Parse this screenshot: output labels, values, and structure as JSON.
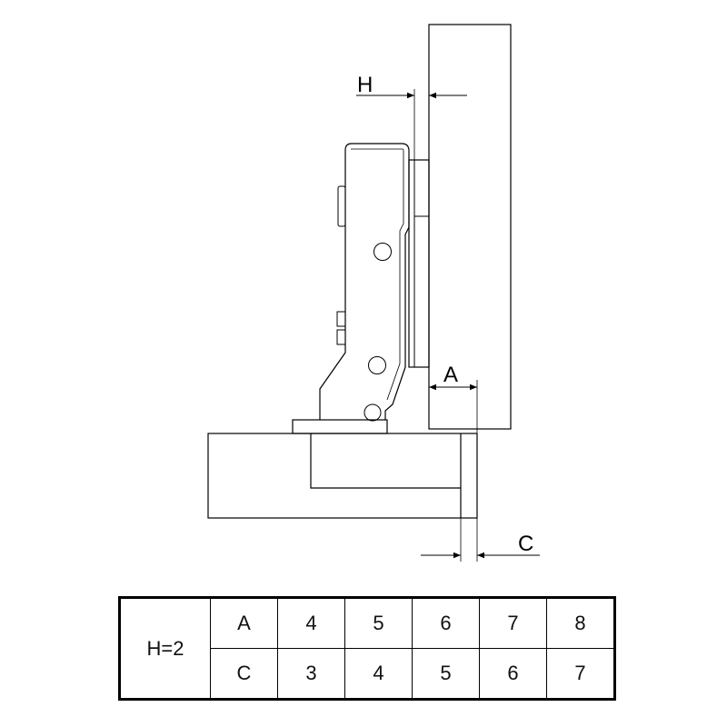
{
  "diagram": {
    "dimension_labels": {
      "h": "H",
      "a": "A",
      "c": "C"
    }
  },
  "table": {
    "condition": "H=2",
    "rows": [
      {
        "label": "A",
        "values": [
          "4",
          "5",
          "6",
          "7",
          "8"
        ]
      },
      {
        "label": "C",
        "values": [
          "3",
          "4",
          "5",
          "6",
          "7"
        ]
      }
    ]
  }
}
